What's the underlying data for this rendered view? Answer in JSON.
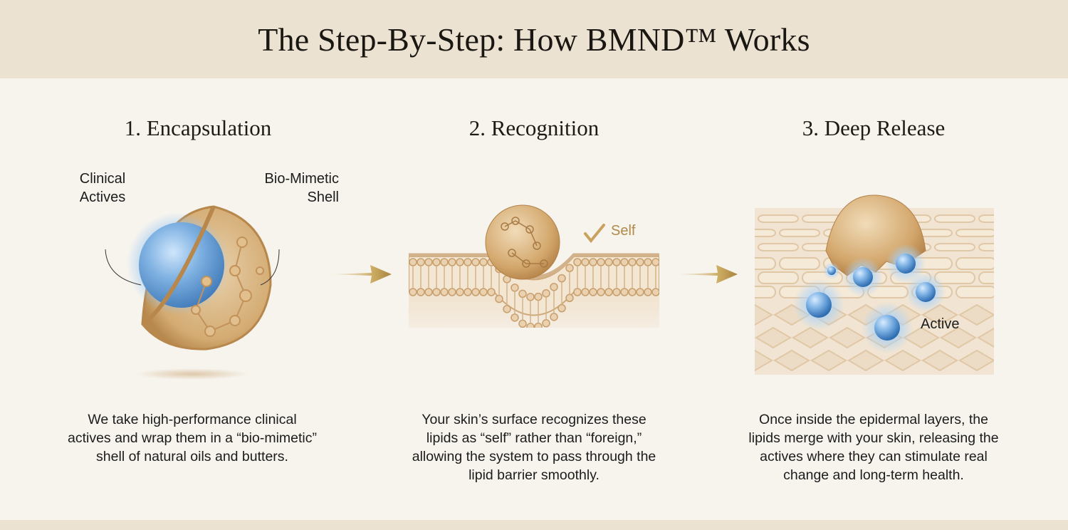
{
  "header": {
    "title": "The Step-By-Step: How BMND™ Works"
  },
  "steps": [
    {
      "title": "1. Encapsulation",
      "labels": {
        "left_line1": "Clinical",
        "left_line2": "Actives",
        "right_line1": "Bio-Mimetic",
        "right_line2": "Shell"
      },
      "description": [
        "We take high-performance clinical",
        "actives and wrap them in a “bio-mimetic”",
        "shell of natural oils and butters."
      ]
    },
    {
      "title": "2. Recognition",
      "labels": {
        "self": "Self",
        "check_icon": "checkmark-icon"
      },
      "description": [
        "Your skin’s surface recognizes these",
        "lipids as “self” rather than “foreign,”",
        "allowing the system to pass through the",
        "lipid barrier smoothly."
      ]
    },
    {
      "title": "3. Deep Release",
      "labels": {
        "active": "Active"
      },
      "description": [
        "Once inside the epidermal layers, the",
        "lipids merge with your skin, releasing the",
        "actives where they can stimulate real",
        "change and long-term health."
      ]
    }
  ],
  "colors": {
    "header_bg": "#ebe2d2",
    "page_bg": "#f7f4ee",
    "gold": "#c9a25e",
    "shell": "#c99a5c",
    "active_blue": "#4f8fd0",
    "arrow": "#c8a85a"
  },
  "icons": {
    "arrow": "arrow-right-icon"
  }
}
